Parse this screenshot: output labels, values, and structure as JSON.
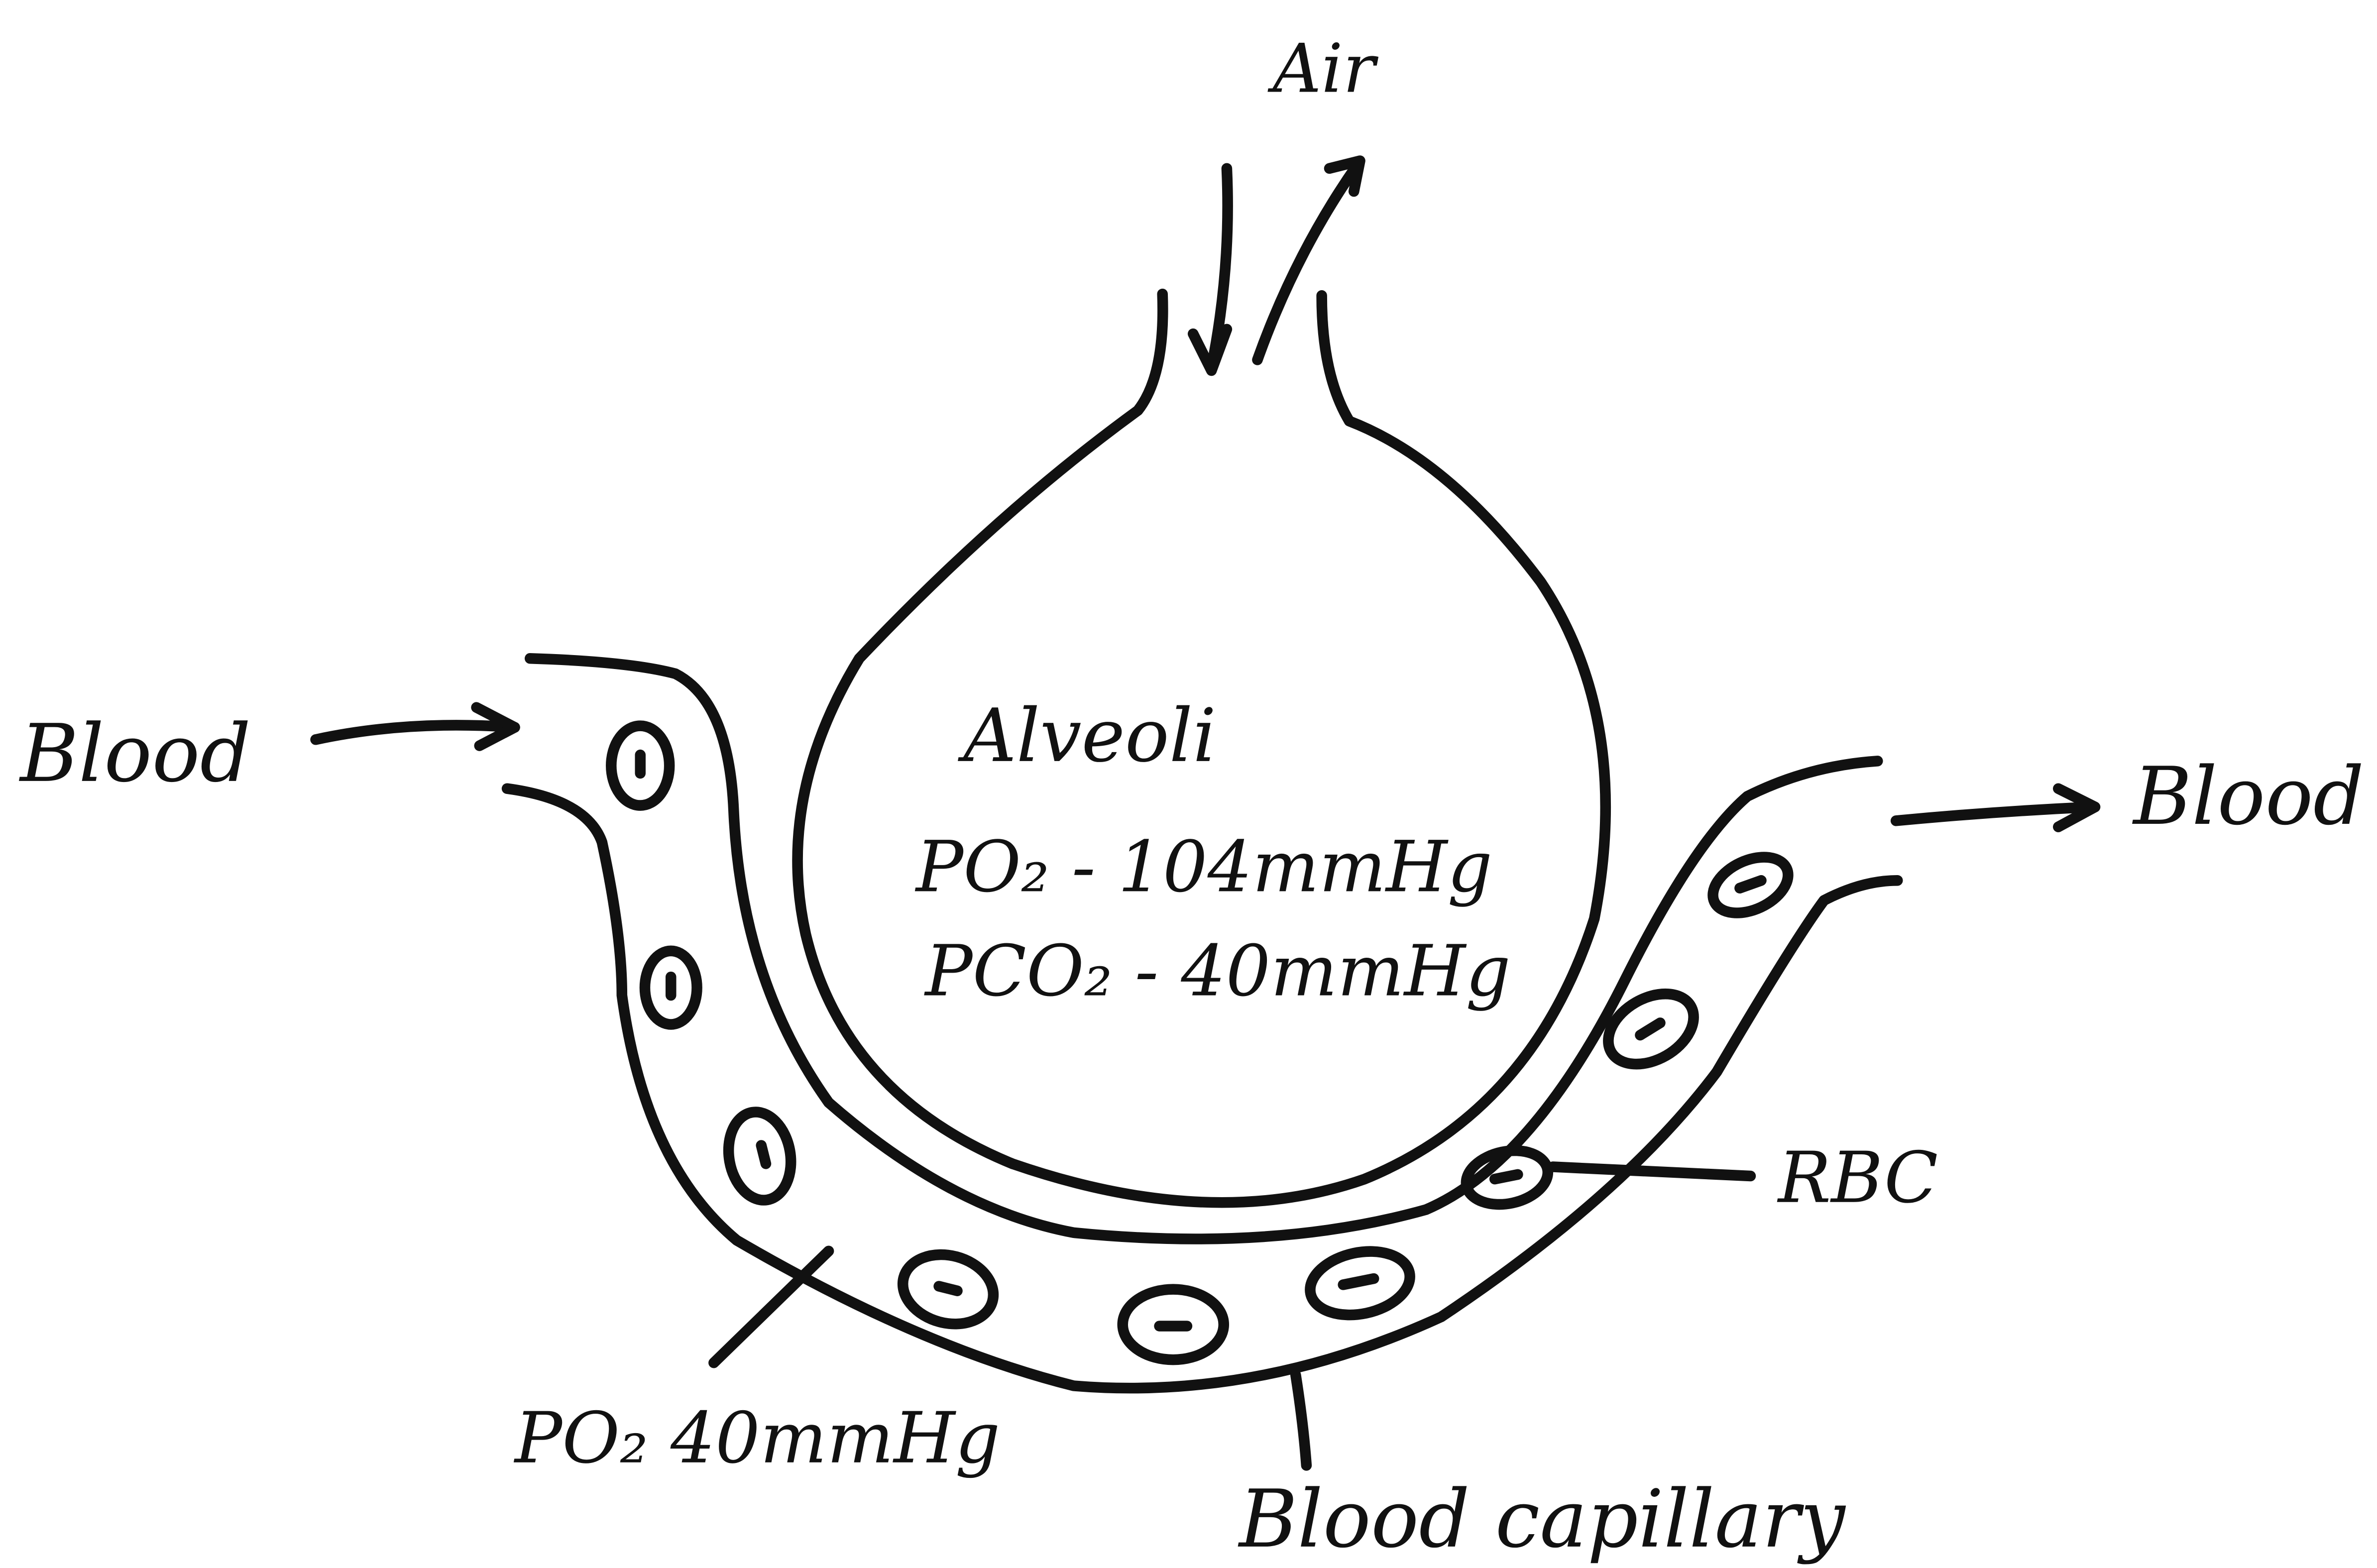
{
  "diagram": {
    "air_label": "Air",
    "blood_in_label": "Blood",
    "blood_out_label": "Blood",
    "alveoli": {
      "title": "Alveoli",
      "po2_label": "PO₂ - 104mmHg",
      "pco2_label": "PCO₂ - 40mmHg"
    },
    "rbc_label": "RBC",
    "capillary_po2_label": "PO₂ 40mmHg",
    "capillary_label": "Blood capillary"
  }
}
